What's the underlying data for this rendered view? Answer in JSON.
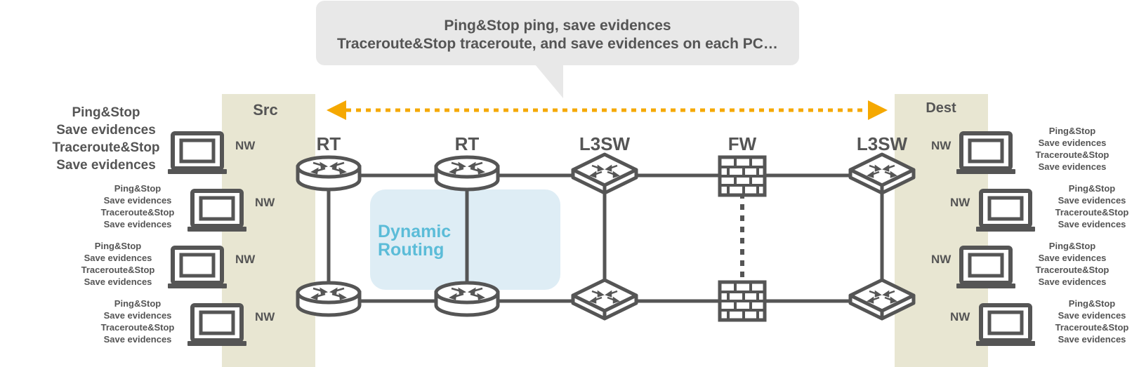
{
  "bubble": {
    "line1": "Ping&Stop ping, save evidences",
    "line2": "Traceroute&Stop traceroute, and save evidences on each PC…"
  },
  "zones": {
    "src": "Src",
    "dest": "Dest"
  },
  "device_labels": {
    "rt1": "RT",
    "rt2": "RT",
    "l3sw1": "L3SW",
    "fw": "FW",
    "l3sw2": "L3SW"
  },
  "dynamic_routing": {
    "line1": "Dynamic",
    "line2": "Routing"
  },
  "nw_label": "NW",
  "pc_text": {
    "l1": "Ping&Stop",
    "l2": "Save evidences",
    "l3": "Traceroute&Stop",
    "l4": "Save evidences"
  },
  "colors": {
    "device": "#555555",
    "zone": "#e8e6d2",
    "bubble": "#e8e8e8",
    "arrow": "#f5a800",
    "routing_box": "#deedf5",
    "routing_text": "#5bbcd8"
  }
}
